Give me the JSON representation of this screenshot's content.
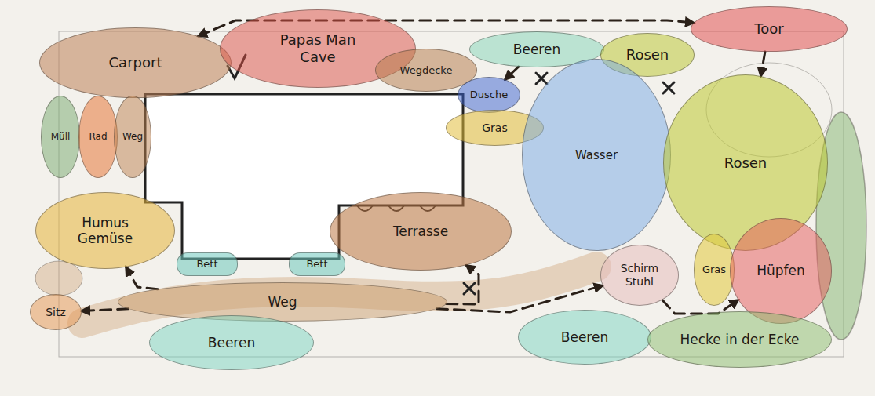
{
  "diagram": {
    "nodes": [
      {
        "text": [
          "Carport"
        ]
      },
      {
        "text": [
          "Papas Man Cave"
        ]
      },
      {
        "text": [
          "Wegdecke"
        ]
      },
      {
        "text": [
          "Beeren"
        ]
      },
      {
        "text": [
          "Rosen"
        ]
      },
      {
        "text": [
          "Toor"
        ]
      },
      {
        "text": [
          "Dusche"
        ]
      },
      {
        "text": [
          "Gras"
        ]
      },
      {
        "text": [
          "Wasser"
        ]
      },
      {
        "text": [
          "Rosen"
        ]
      },
      {
        "text": [
          "Müll"
        ]
      },
      {
        "text": [
          "Rad"
        ]
      },
      {
        "text": [
          "Weg"
        ]
      },
      {
        "text": [
          "Humus Gemüse"
        ]
      },
      {
        "text": [
          "Terrasse"
        ]
      },
      {
        "text": [
          "Bett"
        ]
      },
      {
        "text": [
          "Bett"
        ]
      },
      {
        "text": [
          "Weg"
        ]
      },
      {
        "text": [
          "Sitz"
        ]
      },
      {
        "text": [
          "Beeren"
        ]
      },
      {
        "text": [
          "Schirm Stuhl"
        ]
      },
      {
        "text": [
          "Gras"
        ]
      },
      {
        "text": [
          "Hüpfen"
        ]
      },
      {
        "text": [
          "Beeren"
        ]
      },
      {
        "text": [
          "Hecke in der Ecke"
        ]
      }
    ],
    "edges": [
      {
        "from": 0,
        "to": 5,
        "arrow": "both"
      },
      {
        "from": 5,
        "to": 9,
        "arrow": "to"
      },
      {
        "from": 3,
        "to": 6,
        "arrow": "to"
      },
      {
        "from": 17,
        "to": 18,
        "arrow": "to"
      },
      {
        "from": 17,
        "to": 13,
        "arrow": "to"
      },
      {
        "from": 17,
        "to": 14,
        "arrow": "to"
      },
      {
        "from": 17,
        "to": 20,
        "arrow": "to"
      },
      {
        "from": 20,
        "to": 22,
        "arrow": "to"
      }
    ]
  }
}
